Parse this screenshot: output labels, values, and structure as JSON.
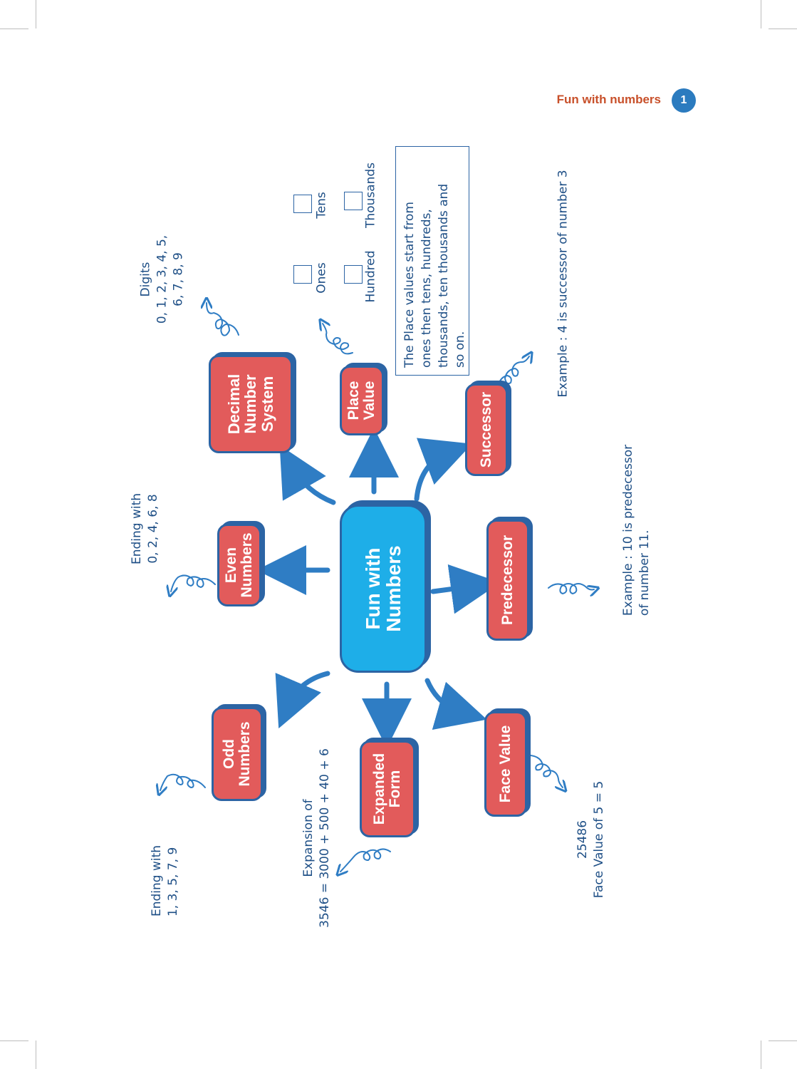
{
  "header": {
    "title": "Fun with numbers",
    "page_number": "1"
  },
  "center": {
    "line1": "Fun with",
    "line2": "Numbers"
  },
  "nodes": {
    "decimal": {
      "line1": "Decimal",
      "line2": "Number",
      "line3": "System"
    },
    "place_value": {
      "line1": "Place",
      "line2": "Value"
    },
    "successor": {
      "label": "Successor"
    },
    "even": {
      "line1": "Even",
      "line2": "Numbers"
    },
    "predecessor": {
      "label": "Predecessor"
    },
    "odd": {
      "line1": "Odd",
      "line2": "Numbers"
    },
    "expanded": {
      "line1": "Expanded",
      "line2": "Form"
    },
    "face_value": {
      "label": "Face Value"
    }
  },
  "notes": {
    "digits": {
      "line1": "Digits",
      "line2": "0, 1, 2, 3, 4, 5,",
      "line3": "6, 7, 8, 9"
    },
    "place_value_labels": {
      "ones": "Ones",
      "tens": "Tens",
      "hundred": "Hundred",
      "thousands": "Thousands"
    },
    "place_value_text": {
      "line1": "The Place values start from",
      "line2": "ones then tens, hundreds,",
      "line3": "thousands, ten thousands and",
      "line4": "so on."
    },
    "successor_example": "Example : 4 is successor of number 3",
    "even_ending": {
      "line1": "Ending with",
      "line2": "0, 2, 4, 6, 8"
    },
    "predecessor_example": {
      "line1": "Example : 10 is predecessor",
      "line2": "of number 11."
    },
    "odd_ending": {
      "line1": "Ending with",
      "line2": "1, 3, 5, 7, 9"
    },
    "expansion": {
      "line1": "Expansion of",
      "line2": "3546 = 3000 + 500 + 40 + 6"
    },
    "face_value_example": {
      "line1": "25486",
      "line2": "Face Value of 5 = 5"
    }
  },
  "colors": {
    "node_red": "#e25b5b",
    "center_blue": "#1eaee8",
    "outline_blue": "#2c64a4",
    "header_orange": "#c8502a"
  }
}
